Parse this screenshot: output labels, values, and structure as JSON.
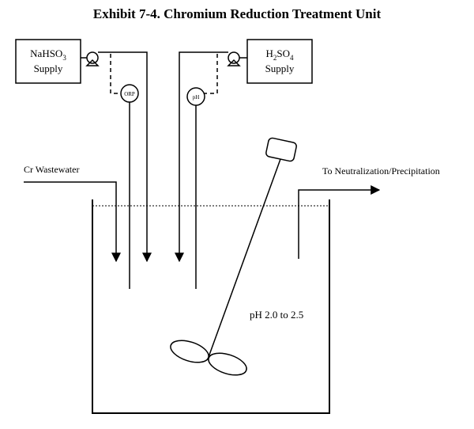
{
  "title": "Exhibit 7-4. Chromium Reduction Treatment Unit",
  "supply_left": {
    "chem": "NaHSO",
    "sub": "3",
    "word": "Supply"
  },
  "supply_right": {
    "chem_a": "H",
    "sub_a": "2",
    "chem_b": "SO",
    "sub_b": "4",
    "word": "Supply"
  },
  "orp_label": "ORP",
  "ph_sensor_label": "pH",
  "inlet_label": "Cr Wastewater",
  "outlet_label": "To Neutralization/Precipitation",
  "ph_range_label": "pH 2.0 to 2.5",
  "colors": {
    "ink": "#000000",
    "background": "#ffffff"
  }
}
